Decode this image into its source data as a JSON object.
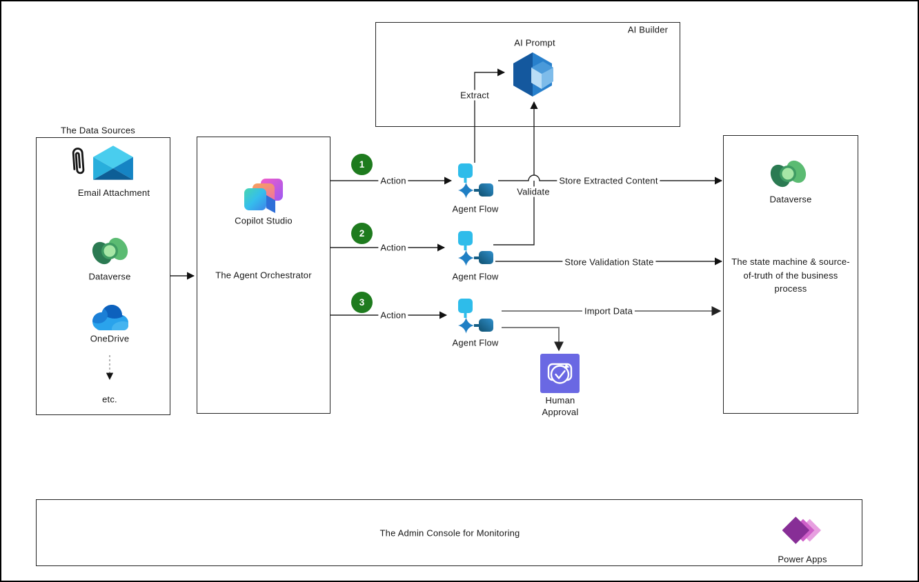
{
  "sources_box": {
    "title": "The Data Sources",
    "email_label": "Email Attachment",
    "dataverse_label": "Dataverse",
    "onedrive_label": "OneDrive",
    "etc_label": "etc."
  },
  "orchestrator_box": {
    "product": "Copilot Studio",
    "caption": "The Agent Orchestrator"
  },
  "ai_builder_box": {
    "title": "AI Builder",
    "prompt_label": "AI Prompt",
    "extract_label": "Extract",
    "validate_label": "Validate"
  },
  "flows": {
    "steps": [
      {
        "number": "1",
        "action": "Action",
        "flow": "Agent Flow",
        "output": "Store Extracted Content"
      },
      {
        "number": "2",
        "action": "Action",
        "flow": "Agent Flow",
        "output": "Store Validation State"
      },
      {
        "number": "3",
        "action": "Action",
        "flow": "Agent Flow",
        "output": "Import Data"
      }
    ],
    "human_approval_label": "Human Approval"
  },
  "state_box": {
    "product": "Dataverse",
    "caption": "The state machine & source-of-truth of the business process"
  },
  "admin_box": {
    "caption": "The Admin Console for Monitoring",
    "product": "Power Apps"
  },
  "colors": {
    "step_badge_green": "#1E7B1E",
    "human_approval_purple": "#6A68E3",
    "agent_flow_light_blue": "#2EBCEA",
    "agent_flow_dark_blue": "#1F7FC4",
    "primary_line": "#222222",
    "secondary_line": "#7F7F7F"
  }
}
